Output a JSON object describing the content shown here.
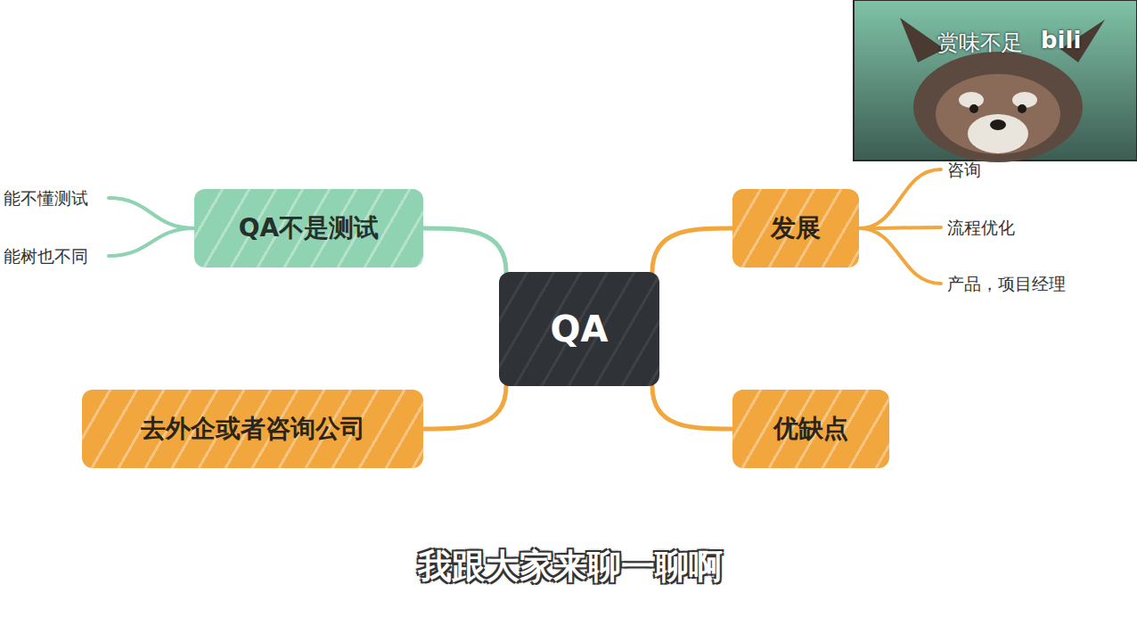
{
  "diagram": {
    "nodes": [
      {
        "text": [
          "QA"
        ]
      },
      {
        "text": [
          "QA不是测试"
        ]
      },
      {
        "text": [
          "发展"
        ]
      },
      {
        "text": [
          "去外企或者咨询公司"
        ]
      },
      {
        "text": [
          "优缺点"
        ]
      }
    ],
    "edges": [
      {
        "from": 0,
        "to": 1,
        "arrow": "none"
      },
      {
        "from": 0,
        "to": 2,
        "arrow": "none"
      },
      {
        "from": 0,
        "to": 3,
        "arrow": "none"
      },
      {
        "from": 0,
        "to": 4,
        "arrow": "none"
      }
    ],
    "labels": [
      "能不懂测试",
      "能树也不同",
      "咨询",
      "流程优化",
      "产品，项目经理",
      "赏味不足",
      "bili",
      "我跟大家来聊一聊啊"
    ]
  }
}
